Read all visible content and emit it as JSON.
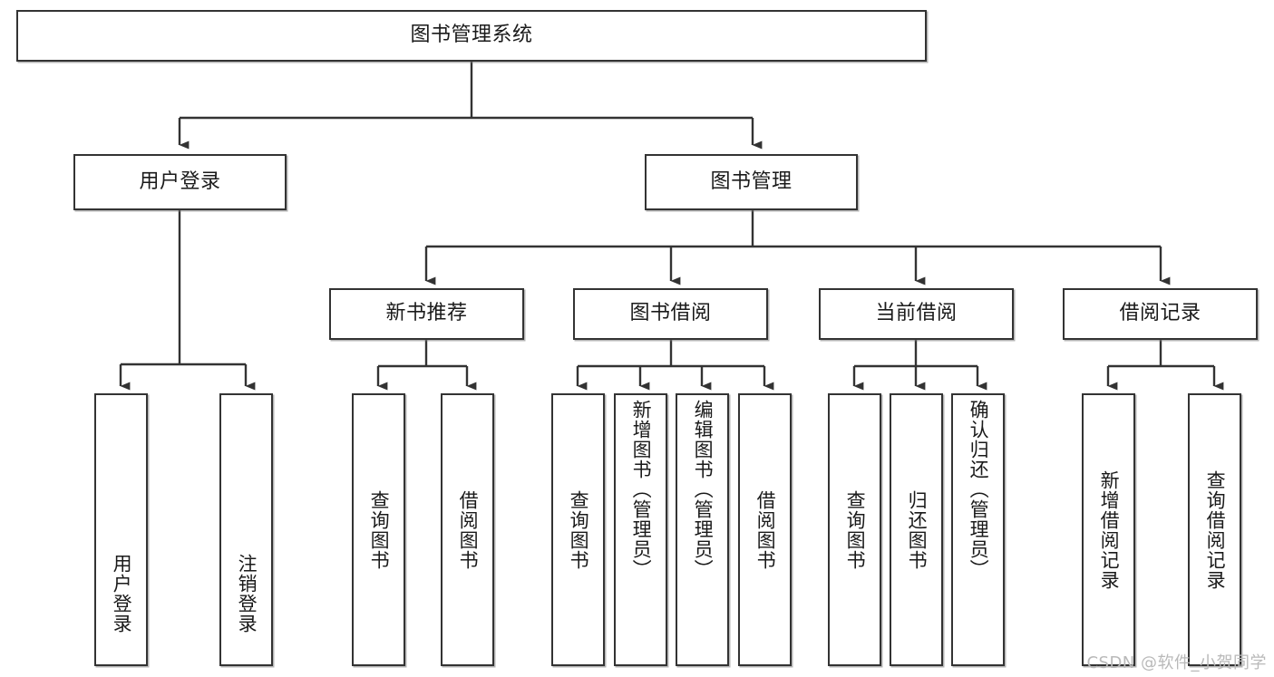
{
  "diagram": {
    "title_node": {
      "label": "图书管理系统"
    },
    "level2": [
      {
        "id": "user-login",
        "label": "用户登录"
      },
      {
        "id": "book-manage",
        "label": "图书管理"
      }
    ],
    "level3": [
      {
        "id": "new-book-recommend",
        "label": "新书推荐"
      },
      {
        "id": "book-borrow",
        "label": "图书借阅"
      },
      {
        "id": "current-borrow",
        "label": "当前借阅"
      },
      {
        "id": "borrow-record",
        "label": "借阅记录"
      }
    ],
    "leaves": [
      {
        "id": "leaf-user-login",
        "label": "用户登录",
        "parent": "用户登录"
      },
      {
        "id": "leaf-logout-login",
        "label": "注销登录",
        "parent": "用户登录"
      },
      {
        "id": "leaf-query-book-1",
        "label": "查询图书",
        "parent": "新书推荐"
      },
      {
        "id": "leaf-borrow-book-1",
        "label": "借阅图书",
        "parent": "新书推荐"
      },
      {
        "id": "leaf-query-book-2",
        "label": "查询图书",
        "parent": "图书借阅"
      },
      {
        "id": "leaf-add-book",
        "label": "新增图书（管理员）",
        "parent": "图书借阅"
      },
      {
        "id": "leaf-edit-book",
        "label": "编辑图书（管理员）",
        "parent": "图书借阅"
      },
      {
        "id": "leaf-borrow-book-2",
        "label": "借阅图书",
        "parent": "图书借阅"
      },
      {
        "id": "leaf-query-book-3",
        "label": "查询图书",
        "parent": "当前借阅"
      },
      {
        "id": "leaf-return-book",
        "label": "归还图书",
        "parent": "当前借阅"
      },
      {
        "id": "leaf-confirm-return",
        "label": "确认归还（管理员）",
        "parent": "当前借阅"
      },
      {
        "id": "leaf-add-record",
        "label": "新增借阅记录",
        "parent": "借阅记录"
      },
      {
        "id": "leaf-query-record",
        "label": "查询借阅记录",
        "parent": "借阅记录"
      }
    ],
    "watermark": "CSDN @软件_小贺同学",
    "colors": {
      "background": "#ffffff",
      "border": "#333333",
      "text": "#1a1a1a",
      "watermark": "#b9b9b9"
    }
  }
}
